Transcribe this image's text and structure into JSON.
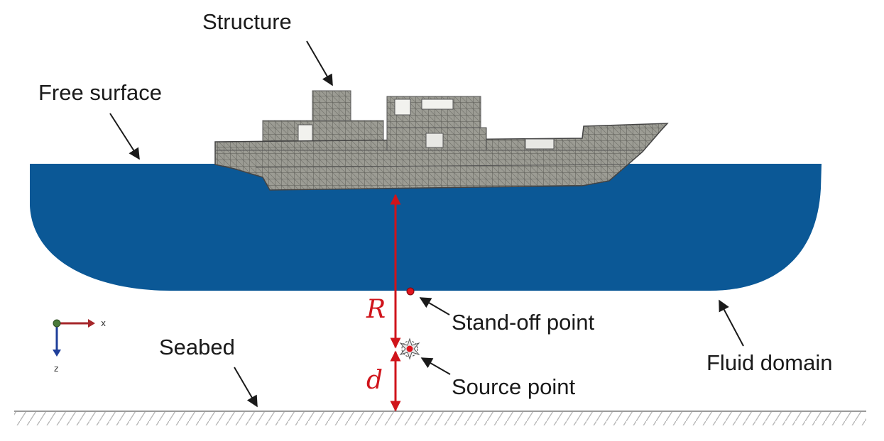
{
  "labels": {
    "structure": "Structure",
    "free_surface": "Free surface",
    "standoff_point": "Stand-off point",
    "source_point": "Source point",
    "fluid_domain": "Fluid domain",
    "seabed": "Seabed"
  },
  "variables": {
    "standoff_distance": "R",
    "source_depth": "d"
  },
  "axes": {
    "x_label": "x",
    "z_label": "z"
  },
  "icons": {
    "axis_triad": "axis-triad-icon",
    "explosion": "explosion-icon"
  },
  "colors": {
    "fluid": "#0b5896",
    "dimension_arrows": "#d0141b",
    "point_marker": "#e0141e",
    "hull_mesh": "#8a8a82",
    "seabed_line": "#9a9a9a",
    "axis_x": "#a6262a",
    "axis_z": "#1f3f9a",
    "axis_y": "#4a7a3a"
  }
}
